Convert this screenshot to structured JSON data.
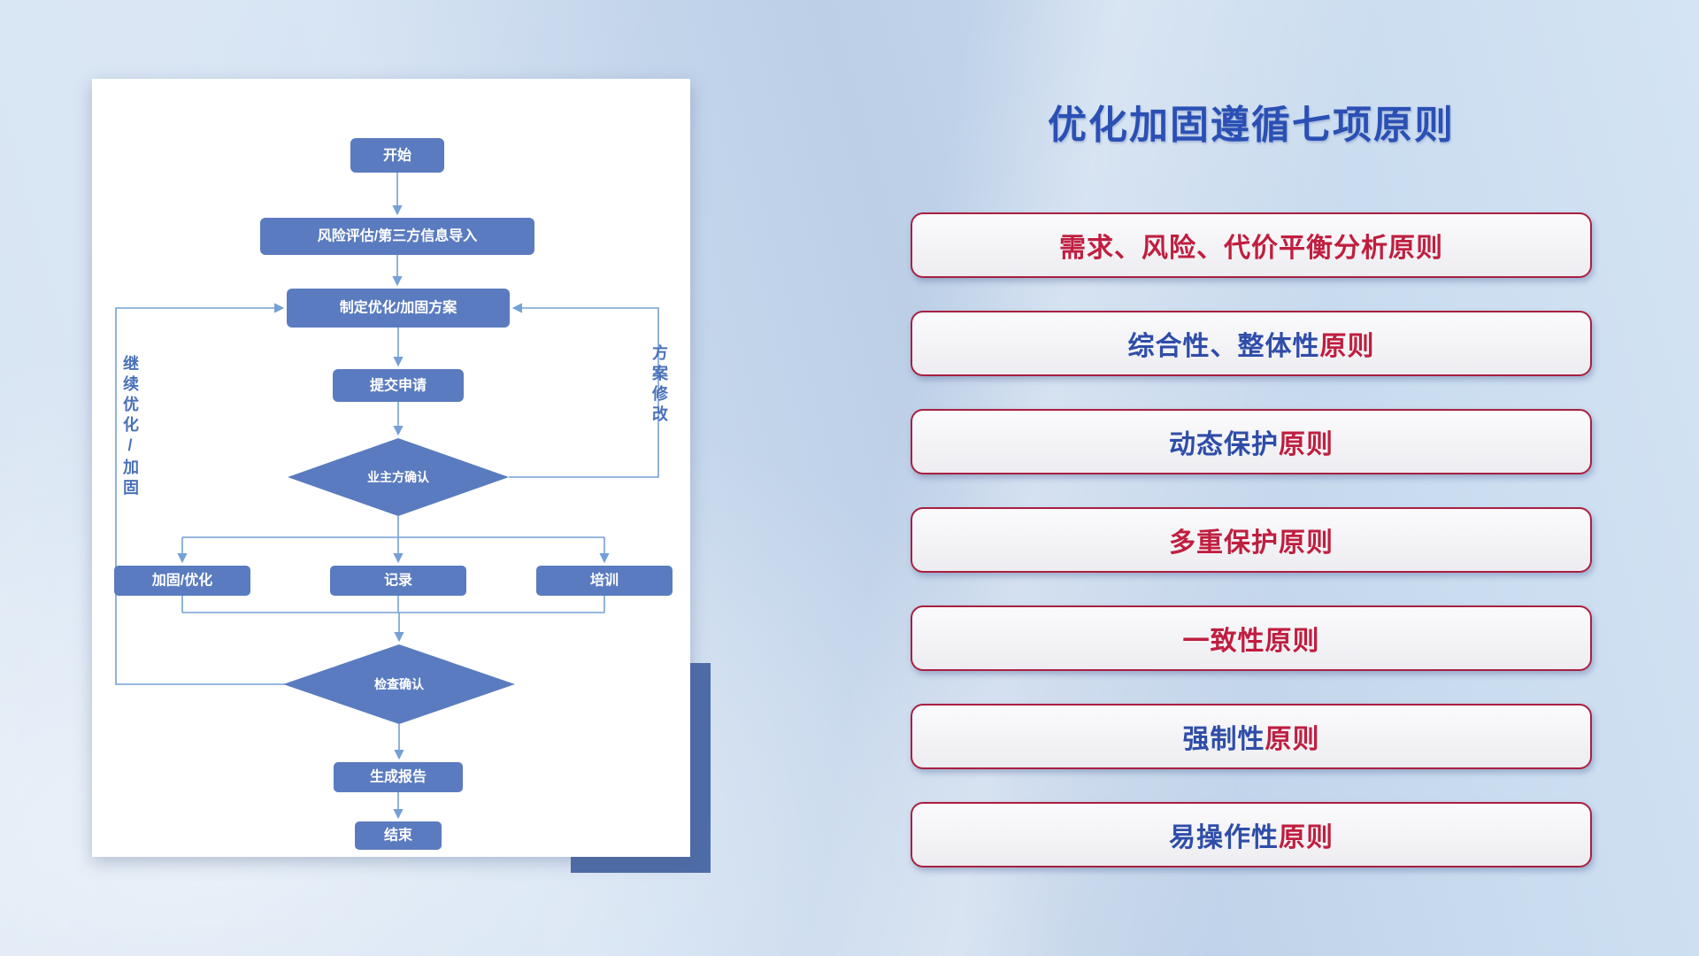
{
  "colors": {
    "red": "#c01e3f",
    "blue": "#2f4da8",
    "title_blue": "#2b50b4",
    "node_blue": "#5a7bbf",
    "line_blue": "#74a0d6",
    "accent_block": "#4e6ca8"
  },
  "title": "优化加固遵循七项原则",
  "flowchart": {
    "nodes": {
      "start": "开始",
      "risk": "风险评估/第三方信息导入",
      "plan": "制定优化/加固方案",
      "submit": "提交申请",
      "owner_confirm": "业主方确认",
      "reinforce": "加固/优化",
      "record": "记录",
      "training": "培训",
      "check_confirm": "检查确认",
      "report": "生成报告",
      "end": "结束"
    },
    "loop_left": "继续优化/加固",
    "loop_right": "方案修改"
  },
  "principles": [
    {
      "main": "需求、风险、代价平衡分析",
      "tail": "原则",
      "main_color": "#c01e3f"
    },
    {
      "main": "综合性、整体性",
      "tail": "原则",
      "main_color": "#2f4da8"
    },
    {
      "main": "动态保护",
      "tail": "原则",
      "main_color": "#2f4da8"
    },
    {
      "main": "多重保护",
      "tail": "原则",
      "main_color": "#c01e3f"
    },
    {
      "main": "一致性",
      "tail": "原则",
      "main_color": "#c01e3f"
    },
    {
      "main": "强制性",
      "tail": "原则",
      "main_color": "#2f4da8"
    },
    {
      "main": "易操作性",
      "tail": "原则",
      "main_color": "#2f4da8"
    }
  ]
}
